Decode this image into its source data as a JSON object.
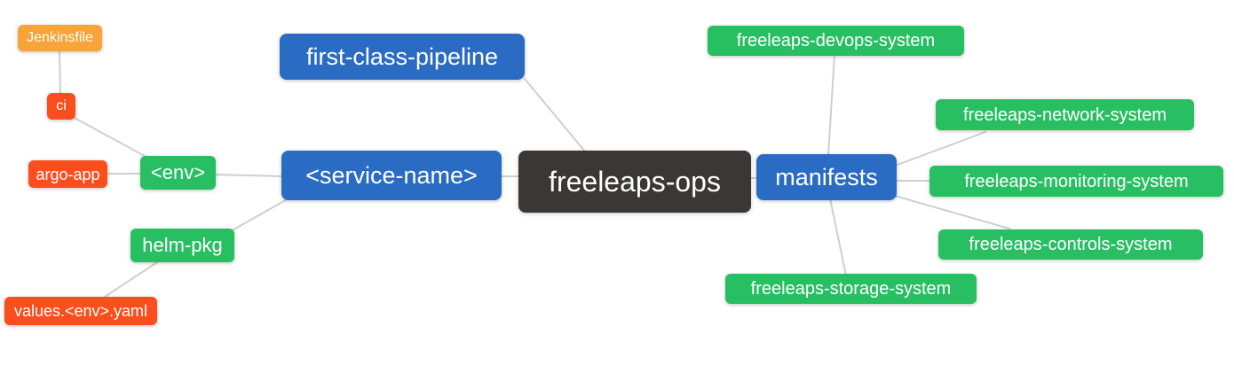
{
  "diagram": {
    "type": "mindmap",
    "root": "freeleaps-ops",
    "palette": {
      "blue": "#2a6bc4",
      "green": "#28bf62",
      "orange": "#f9a43a",
      "red_orange": "#fb4e1d",
      "dark": "#3b3734",
      "edge": "#cfcfcf",
      "background": "#ffffff",
      "text": "#ffffff"
    },
    "nodes": [
      {
        "id": "freeleaps-ops",
        "label": "freeleaps-ops",
        "color": "#3b3734"
      },
      {
        "id": "first-class-pipeline",
        "label": "first-class-pipeline",
        "color": "#2a6bc4"
      },
      {
        "id": "service-name",
        "label": "<service-name>",
        "color": "#2a6bc4"
      },
      {
        "id": "manifests",
        "label": "manifests",
        "color": "#2a6bc4"
      },
      {
        "id": "env",
        "label": "<env>",
        "color": "#28bf62"
      },
      {
        "id": "helm-pkg",
        "label": "helm-pkg",
        "color": "#28bf62"
      },
      {
        "id": "ci",
        "label": "ci",
        "color": "#fb4e1d"
      },
      {
        "id": "argo-app",
        "label": "argo-app",
        "color": "#fb4e1d"
      },
      {
        "id": "jenkinsfile",
        "label": "Jenkinsfile",
        "color": "#f9a43a"
      },
      {
        "id": "values-env-yaml",
        "label": "values.<env>.yaml",
        "color": "#fb4e1d"
      },
      {
        "id": "devops-system",
        "label": "freeleaps-devops-system",
        "color": "#28bf62"
      },
      {
        "id": "network-system",
        "label": "freeleaps-network-system",
        "color": "#28bf62"
      },
      {
        "id": "monitoring-system",
        "label": "freeleaps-monitoring-system",
        "color": "#28bf62"
      },
      {
        "id": "controls-system",
        "label": "freeleaps-controls-system",
        "color": "#28bf62"
      },
      {
        "id": "storage-system",
        "label": "freeleaps-storage-system",
        "color": "#28bf62"
      }
    ],
    "edges": [
      {
        "from": "freeleaps-ops",
        "to": "first-class-pipeline"
      },
      {
        "from": "freeleaps-ops",
        "to": "service-name"
      },
      {
        "from": "freeleaps-ops",
        "to": "manifests"
      },
      {
        "from": "service-name",
        "to": "env"
      },
      {
        "from": "service-name",
        "to": "helm-pkg"
      },
      {
        "from": "env",
        "to": "ci"
      },
      {
        "from": "env",
        "to": "argo-app"
      },
      {
        "from": "ci",
        "to": "jenkinsfile"
      },
      {
        "from": "helm-pkg",
        "to": "values-env-yaml"
      },
      {
        "from": "manifests",
        "to": "devops-system"
      },
      {
        "from": "manifests",
        "to": "network-system"
      },
      {
        "from": "manifests",
        "to": "monitoring-system"
      },
      {
        "from": "manifests",
        "to": "controls-system"
      },
      {
        "from": "manifests",
        "to": "storage-system"
      }
    ]
  }
}
